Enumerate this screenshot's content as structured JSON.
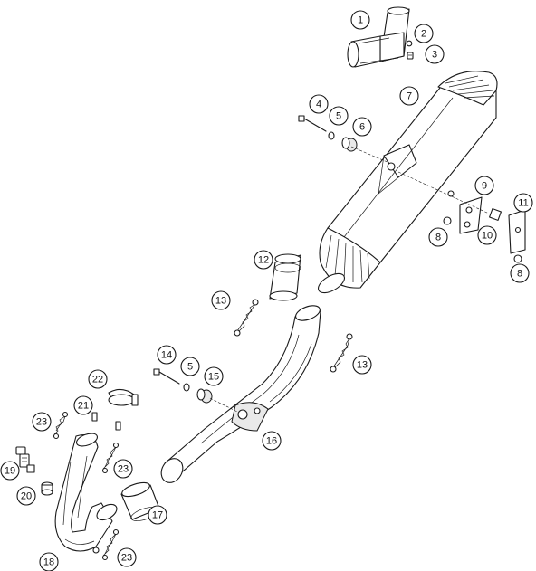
{
  "callouts": [
    {
      "id": "c1",
      "label": "1"
    },
    {
      "id": "c2",
      "label": "2"
    },
    {
      "id": "c3",
      "label": "3"
    },
    {
      "id": "c4",
      "label": "4"
    },
    {
      "id": "c5a",
      "label": "5"
    },
    {
      "id": "c6",
      "label": "6"
    },
    {
      "id": "c7",
      "label": "7"
    },
    {
      "id": "c8a",
      "label": "8"
    },
    {
      "id": "c8b",
      "label": "8"
    },
    {
      "id": "c9",
      "label": "9"
    },
    {
      "id": "c10",
      "label": "10"
    },
    {
      "id": "c11",
      "label": "11"
    },
    {
      "id": "c12",
      "label": "12"
    },
    {
      "id": "c13a",
      "label": "13"
    },
    {
      "id": "c13b",
      "label": "13"
    },
    {
      "id": "c14",
      "label": "14"
    },
    {
      "id": "c5b",
      "label": "5"
    },
    {
      "id": "c15",
      "label": "15"
    },
    {
      "id": "c16",
      "label": "16"
    },
    {
      "id": "c17",
      "label": "17"
    },
    {
      "id": "c18",
      "label": "18"
    },
    {
      "id": "c19",
      "label": "19"
    },
    {
      "id": "c20",
      "label": "20"
    },
    {
      "id": "c21",
      "label": "21"
    },
    {
      "id": "c22",
      "label": "22"
    },
    {
      "id": "c23a",
      "label": "23"
    },
    {
      "id": "c23b",
      "label": "23"
    },
    {
      "id": "c23c",
      "label": "23"
    }
  ]
}
